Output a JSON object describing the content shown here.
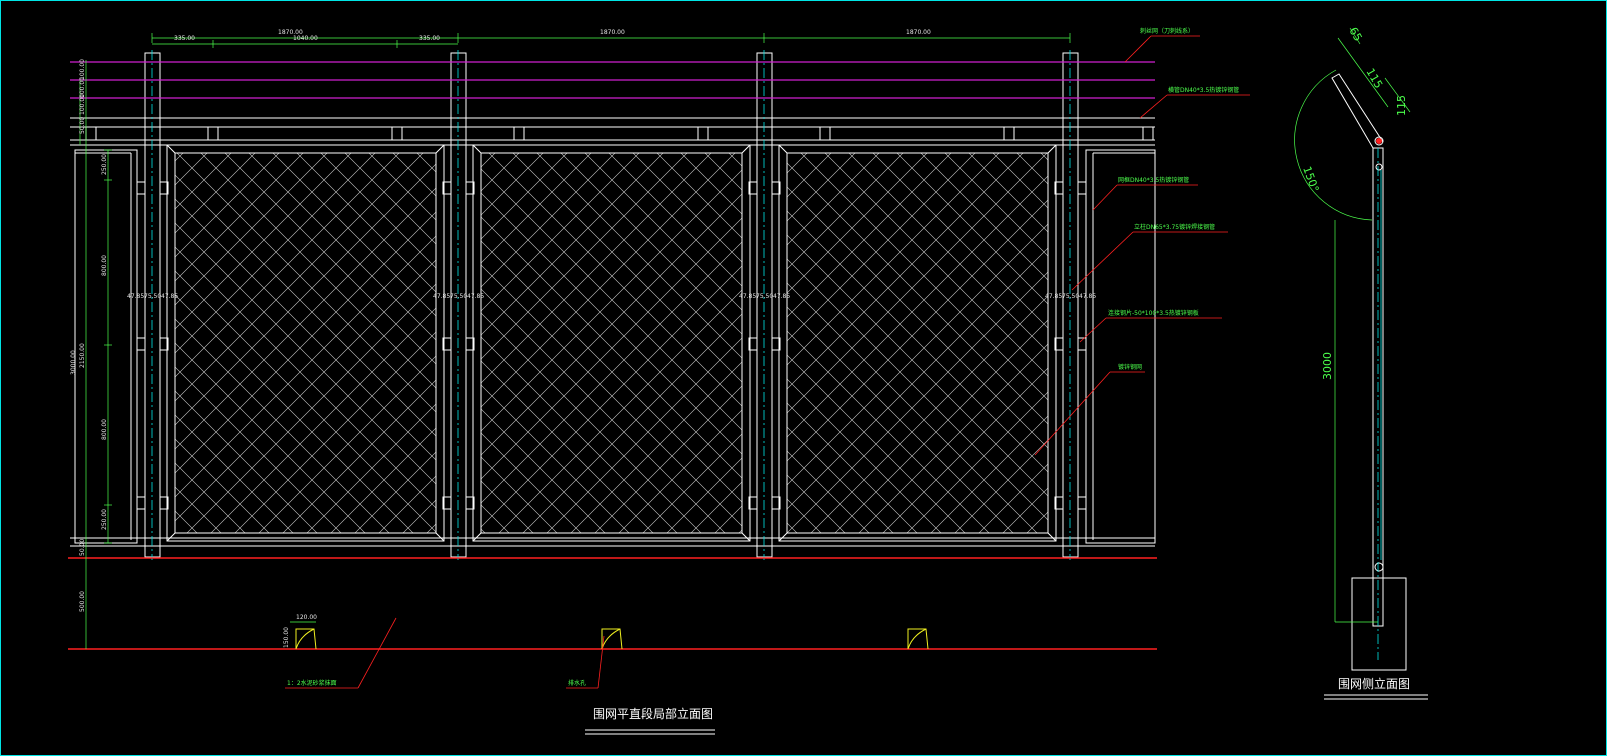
{
  "colors": {
    "background": "#000000",
    "outline": "#ffffff",
    "post_centerline": "#00e5e5",
    "barbed_wire": "#d020d0",
    "ground": "#ff2020",
    "leader": "#ff2020",
    "annotation_text": "#4cff4c",
    "dimension_line": "#4cff4c",
    "drain": "#f0f020"
  },
  "front_view": {
    "title": "围网平直段局部立面图",
    "top_dims": {
      "span1": "1870.00",
      "span2": "1870.00",
      "span3": "1870.00",
      "left_offset": "335.00",
      "mid_span": "1040.00",
      "right_offset": "335.00"
    },
    "left_dims": {
      "total": "3000.00",
      "panel_total": "2150.00",
      "wire_spacing": [
        "100.00",
        "100.00",
        "100.00"
      ],
      "top_gap": "50.00",
      "bottom_gap": "50.00",
      "segment_top": "250.00",
      "segment_upper": "800.00",
      "segment_lower": "800.00",
      "segment_bottom": "250.00",
      "below_ground": "500.00"
    },
    "post_gap_dims": [
      "47.85",
      "75.50",
      "47.85"
    ],
    "drain_dims": {
      "width": "120.00",
      "height": "150.00"
    },
    "labels": {
      "barbed_wire": "刺丝网（刀刺线系）",
      "top_rail": "横管DN40*3.5热镀锌钢管",
      "frame_pipe": "网框DN40*3.5热镀锌钢管",
      "main_post": "立柱DN65*3.75镀锌焊接钢管",
      "connector": "连接钢片-50*100*3.5热镀锌钢板",
      "mesh": "镀锌钢网",
      "mortar": "1：2水泥砂浆抹面",
      "drain_hole": "排水孔"
    }
  },
  "side_view": {
    "title": "围网侧立面图",
    "dims": {
      "top": "65",
      "arm1": "115",
      "arm2": "115",
      "height": "3000"
    },
    "angle": "150°"
  }
}
